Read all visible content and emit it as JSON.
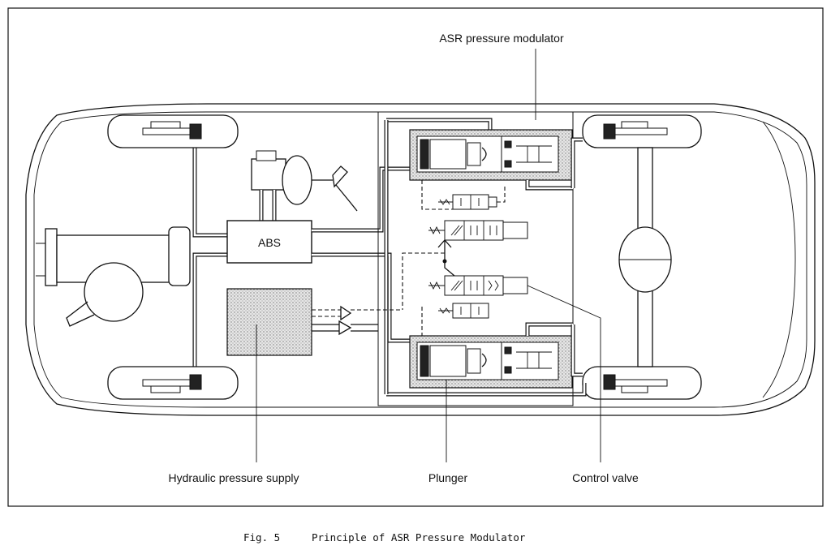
{
  "labels": {
    "asr_pressure_modulator": "ASR pressure modulator",
    "abs": "ABS",
    "hydraulic_pressure_supply": "Hydraulic pressure supply",
    "plunger": "Plunger",
    "control_valve": "Control valve"
  },
  "caption": {
    "fig_number": "Fig. 5",
    "title": "Principle of ASR Pressure Modulator"
  }
}
